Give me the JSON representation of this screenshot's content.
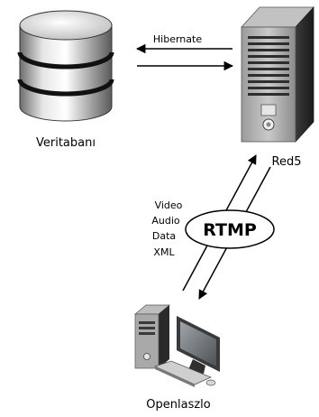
{
  "nodes": {
    "database": {
      "label": "Veritabanı",
      "icon": "database-icon"
    },
    "server": {
      "label": "Red5",
      "icon": "server-tower-icon"
    },
    "client": {
      "label": "Openlaszlo",
      "icon": "desktop-computer-icon"
    }
  },
  "links": {
    "hibernate": {
      "label": "Hibernate"
    },
    "rtmp": {
      "protocol": "RTMP",
      "payload": [
        "Video",
        "Audio",
        "Data",
        "XML"
      ]
    }
  },
  "colors": {
    "line": "#000000",
    "background": "#ffffff"
  }
}
